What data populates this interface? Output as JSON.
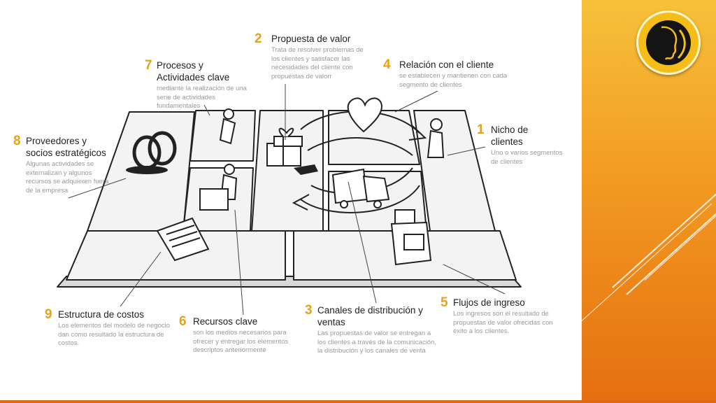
{
  "blocks": [
    {
      "id": "propuesta",
      "number": "2",
      "title": "Propuesta de valor",
      "desc": "Trata de resolver problemas de los clientes y satisfacer las necesidades del cliente con propuestas de valorr"
    },
    {
      "id": "procesos",
      "number": "7",
      "title": "Procesos y Actividades clave",
      "desc": "mediante la realización de una serie de actividades fundamentales"
    },
    {
      "id": "relacion",
      "number": "4",
      "title": "Relación con el cliente",
      "desc": "se establecen y mantienen con cada segmento de clientes"
    },
    {
      "id": "nicho",
      "number": "1",
      "title": "Nicho de clientes",
      "desc": "Uno o varios segmentos de clientes"
    },
    {
      "id": "proveedores",
      "number": "8",
      "title": "Proveedores y socios estratégicos",
      "desc": "Algunas actividades se externalizan y algunos recursos se adquieren fuera de la empresa"
    },
    {
      "id": "flujos",
      "number": "5",
      "title": "Flujos de ingreso",
      "desc": "Los ingresos son el resultado de propuestas de valor ofrecidas con éxito a los clientes."
    },
    {
      "id": "costos",
      "number": "9",
      "title": "Estructura de  costos",
      "desc": "Los elementos del modelo de negocio dan como resultado la estructura de costos."
    },
    {
      "id": "recursos",
      "number": "6",
      "title": "Recursos clave",
      "desc": "son los medios necesarios para ofrecer y entregar los elementos descriptos anteriormente"
    },
    {
      "id": "canales",
      "number": "3",
      "title": "Canales de distribución y ventas",
      "desc": "Las propuestas de valor se entregan a los clientes a través de la comunicación, la distribución y los canales de venta"
    }
  ],
  "colors": {
    "number": "#e8a215",
    "orange_top": "#f6c13a",
    "orange_bottom": "#e56f10"
  },
  "logo": {
    "icon": "profile-silhouette-icon"
  }
}
